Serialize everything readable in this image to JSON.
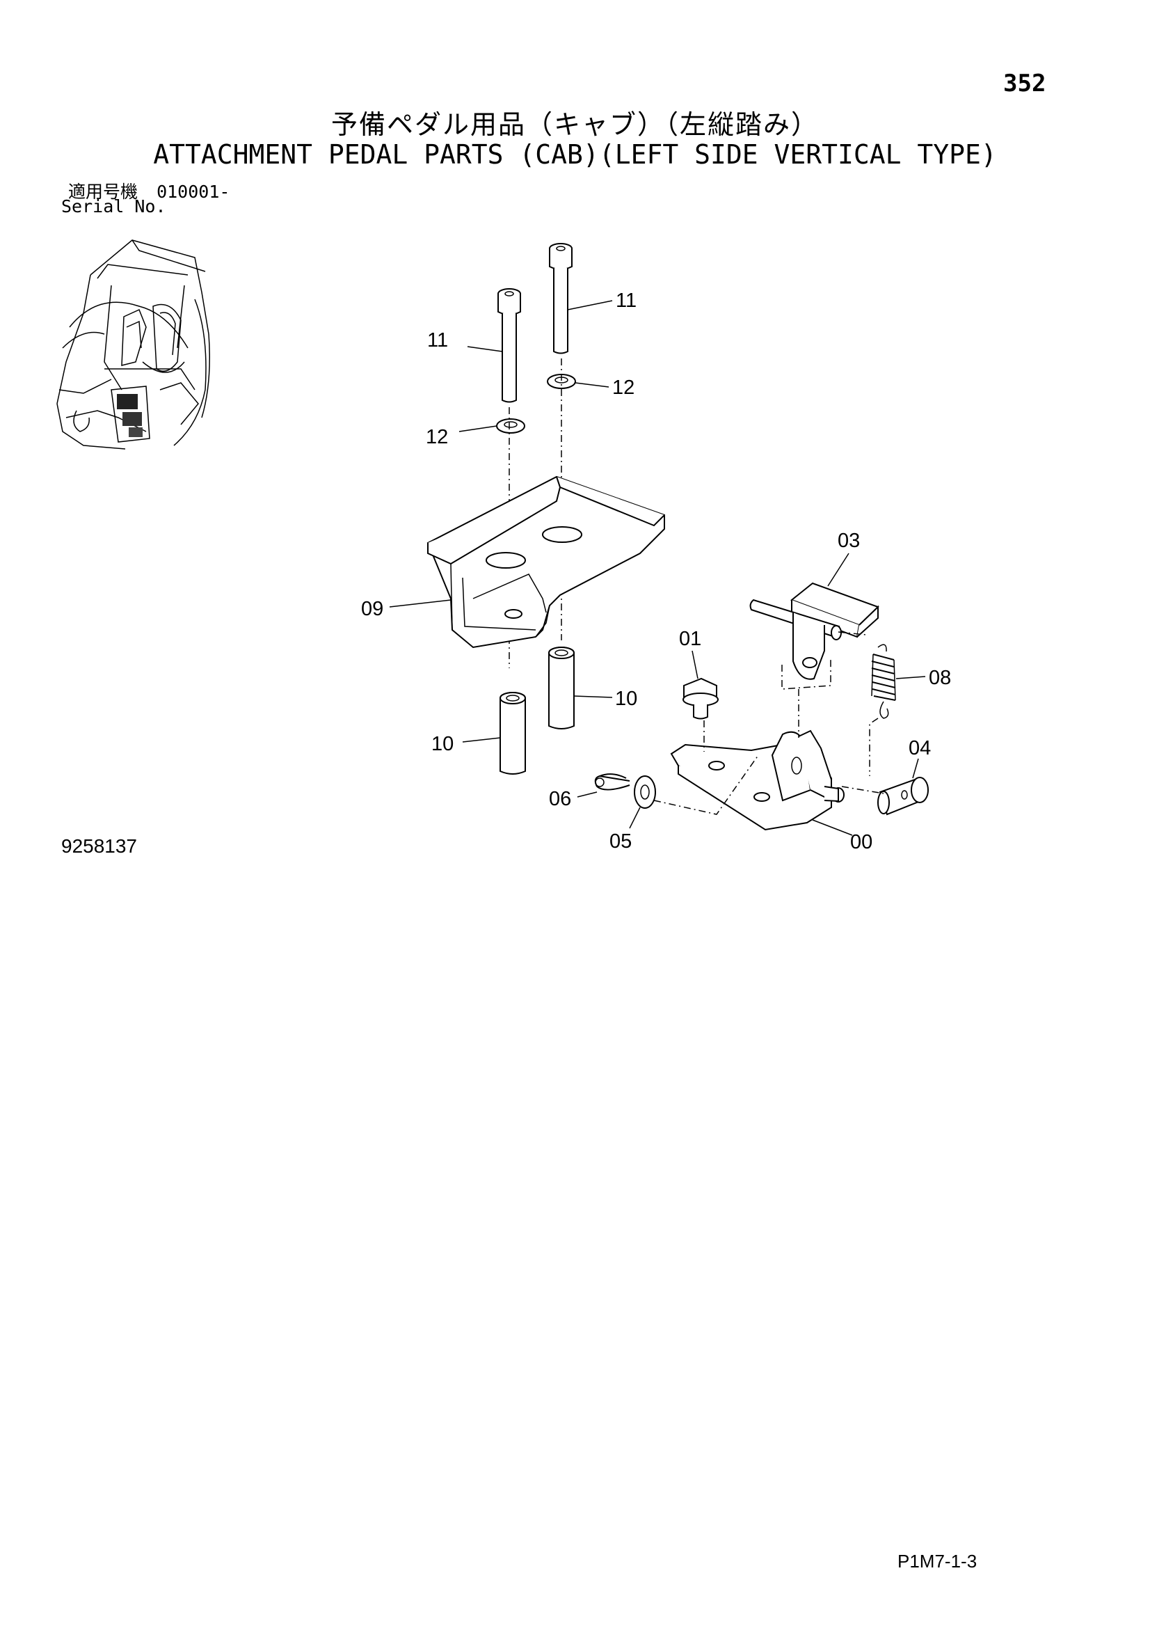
{
  "page_number": "352",
  "title_ja": "予備ペダル用品（キャブ）（左縦踏み）",
  "title_en": "ATTACHMENT PEDAL PARTS (CAB)(LEFT SIDE VERTICAL TYPE)",
  "serial_label_ja": "適用号機",
  "serial_value": "010001-",
  "serial_label_en": "Serial No.",
  "drawing_number": "9258137",
  "footer_code": "P1M7-1-3",
  "callouts": {
    "c11a": "11",
    "c11b": "11",
    "c12a": "12",
    "c12b": "12",
    "c09": "09",
    "c10a": "10",
    "c10b": "10",
    "c03": "03",
    "c01": "01",
    "c08": "08",
    "c04": "04",
    "c06": "06",
    "c05": "05",
    "c00": "00"
  }
}
